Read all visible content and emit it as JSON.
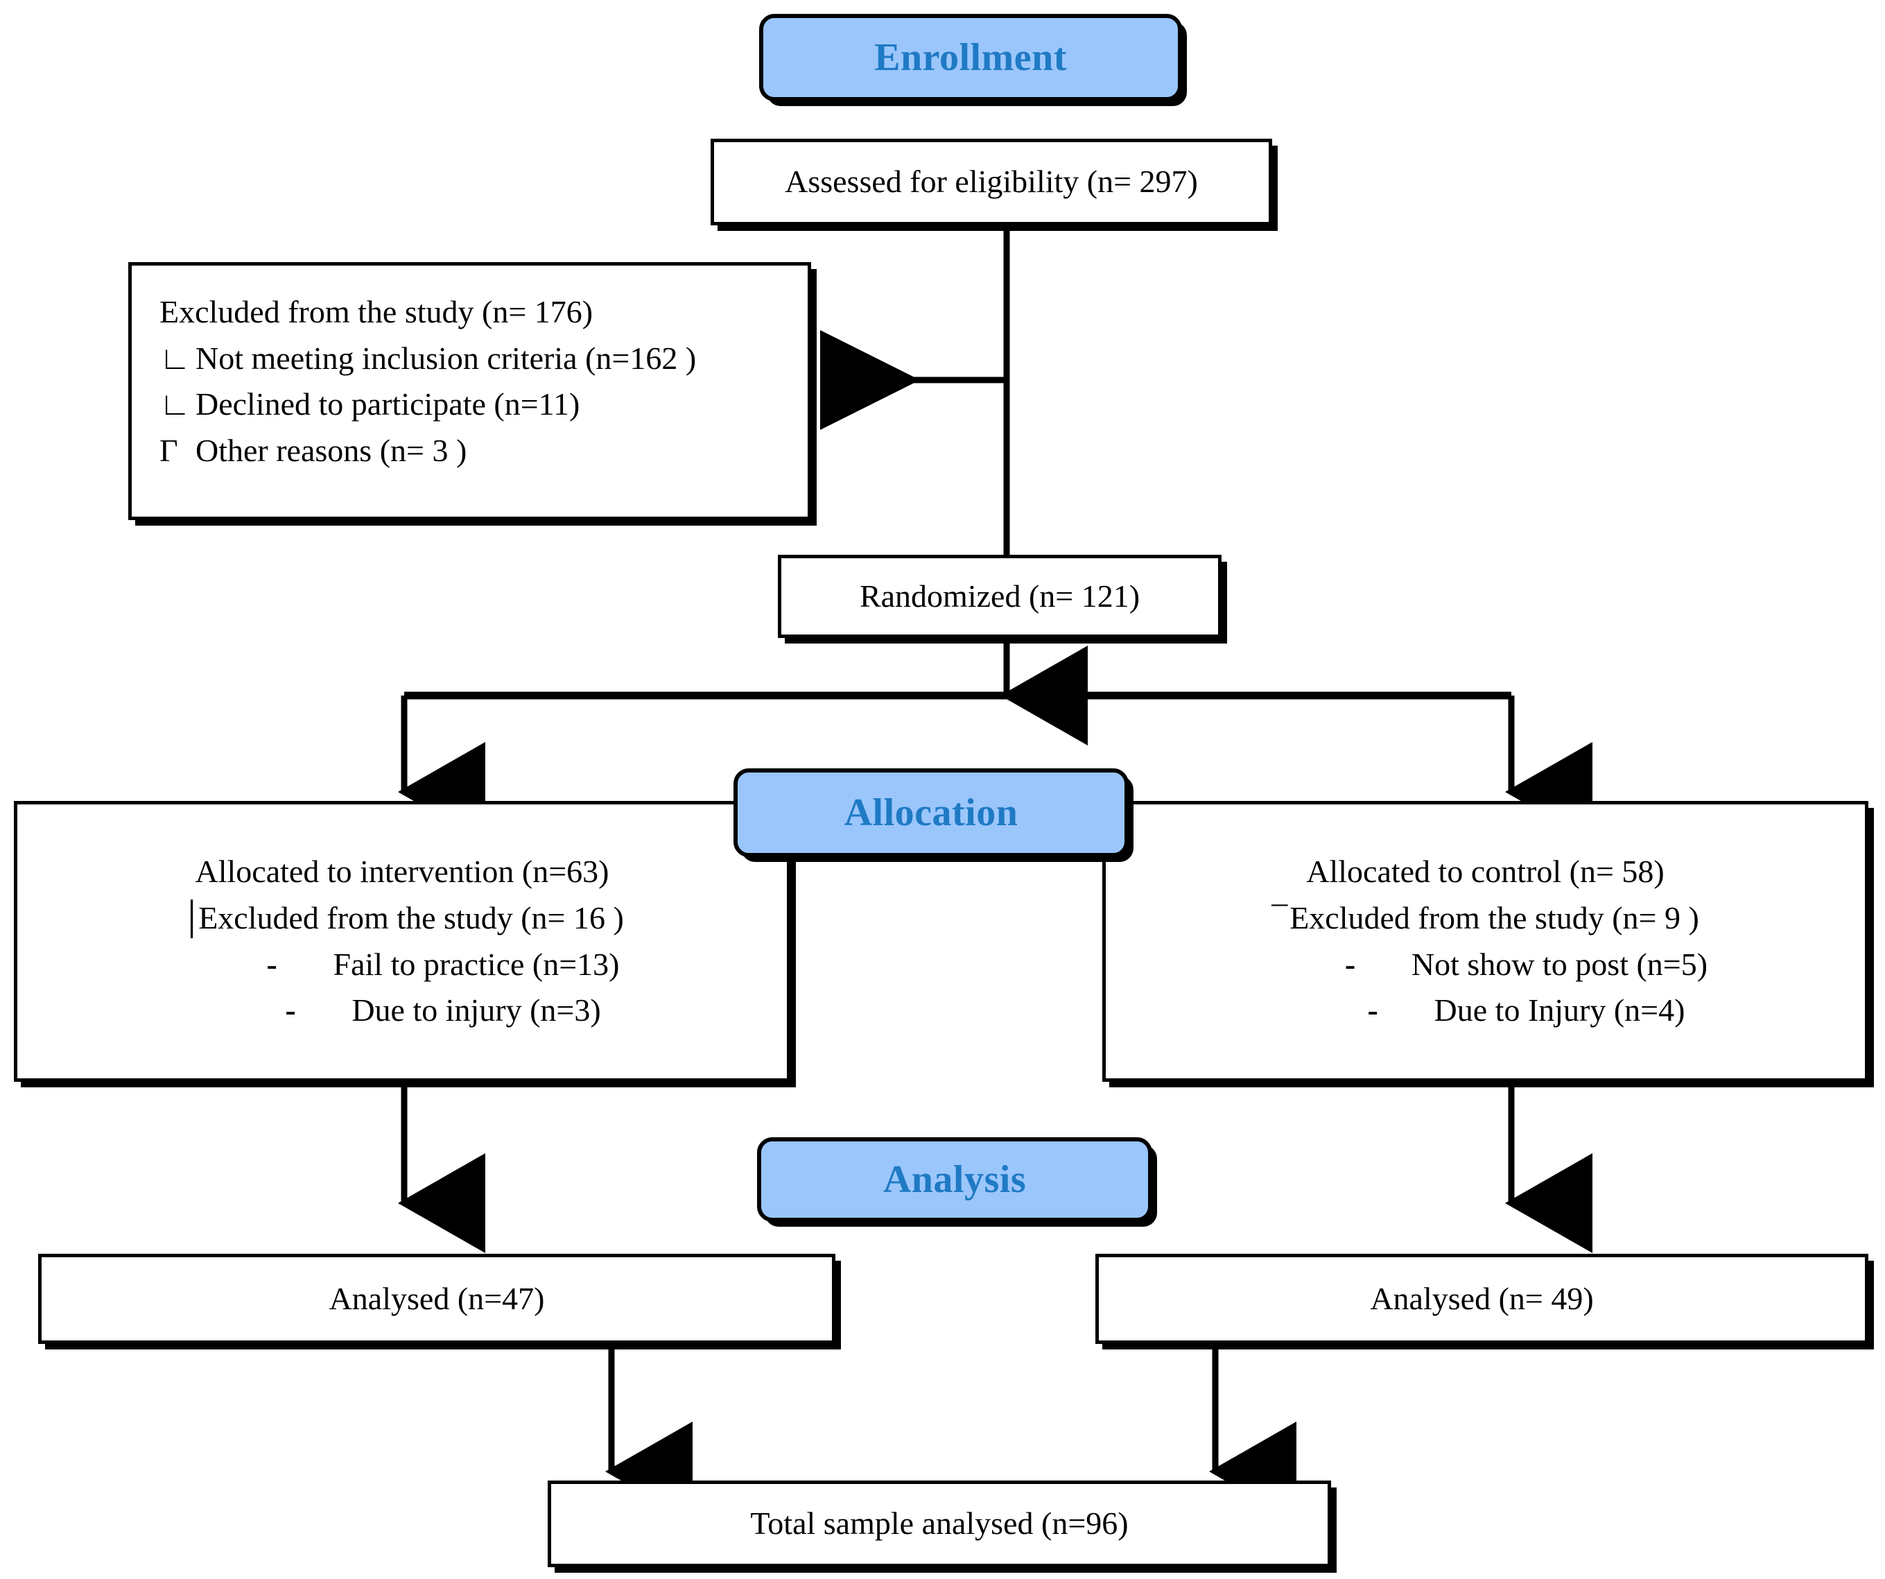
{
  "diagram": {
    "type": "consort-flow-diagram",
    "title": "CONSORT participant flow",
    "accent_color": "#9BC6FC",
    "stage_text_color": "#1F7AC4",
    "border_color": "#000000",
    "background_color": "#FFFFFF"
  },
  "stages": {
    "enrollment": "Enrollment",
    "allocation": "Allocation",
    "analysis": "Analysis"
  },
  "nodes": {
    "assessed": {
      "text": "Assessed for eligibility (n= 297)"
    },
    "excluded": {
      "header": "Excluded from the study (n= 176)",
      "items": [
        {
          "marker": "∟",
          "text": "Not meeting inclusion criteria (n=162 )"
        },
        {
          "marker": "∟",
          "text": "Declined to participate (n=11)"
        },
        {
          "marker": "Γ",
          "text": "Other reasons (n= 3 )"
        }
      ]
    },
    "randomized": {
      "text": "Randomized (n= 121)"
    },
    "allocated_intervention": {
      "header": "Allocated to intervention (n=63)",
      "tick": "│",
      "excluded_line": "Excluded from the study (n= 16 )",
      "items": [
        {
          "marker": "-",
          "text": "Fail to practice (n=13)"
        },
        {
          "marker": "-",
          "text": "Due to injury (n=3)"
        }
      ]
    },
    "allocated_control": {
      "header": "Allocated to control (n= 58)",
      "tick": "¯",
      "excluded_line": "Excluded from the study (n= 9 )",
      "items": [
        {
          "marker": "-",
          "text": "Not show to post (n=5)"
        },
        {
          "marker": "-",
          "text": "Due to Injury (n=4)"
        }
      ]
    },
    "analysed_intervention": {
      "text": "Analysed (n=47)"
    },
    "analysed_control": {
      "text": "Analysed (n= 49)"
    },
    "total": {
      "text": "Total sample analysed (n=96)"
    }
  },
  "chart_data": {
    "type": "table",
    "title": "CONSORT flow counts",
    "categories": [
      "Assessed for eligibility",
      "Excluded from the study",
      "Not meeting inclusion criteria",
      "Declined to participate",
      "Other reasons",
      "Randomized",
      "Allocated to intervention",
      "Intervention excluded",
      "Fail to practice",
      "Due to injury (intervention)",
      "Allocated to control",
      "Control excluded",
      "Not show to post",
      "Due to Injury (control)",
      "Analysed (intervention)",
      "Analysed (control)",
      "Total sample analysed"
    ],
    "values": [
      297,
      176,
      162,
      11,
      3,
      121,
      63,
      16,
      13,
      3,
      58,
      9,
      5,
      4,
      47,
      49,
      96
    ]
  }
}
